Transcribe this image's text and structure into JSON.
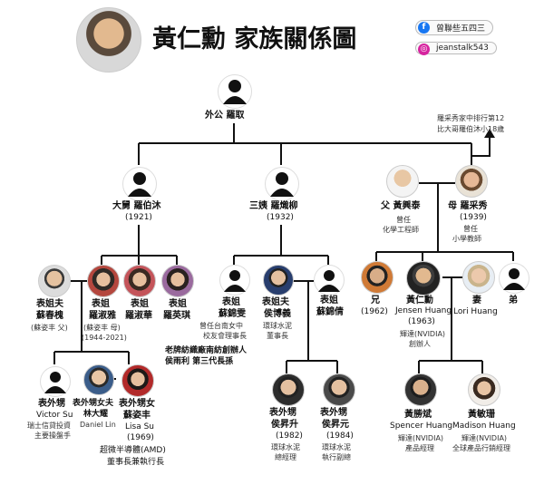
{
  "title": "黃仁勳 家族關係圖",
  "social": {
    "facebook": {
      "label": "曾聯些五四三",
      "color": "#1877f2"
    },
    "instagram": {
      "label": "jeanstalk543",
      "color": "#d6249f"
    }
  },
  "grandfather": {
    "name": "外公 羅取"
  },
  "note_top": {
    "line1": "羅采秀家中排行第12",
    "line2": "比大哥羅伯沐小18歲"
  },
  "uncle": {
    "name": "大舅 羅伯沐",
    "year": "(1921)"
  },
  "aunt3": {
    "name": "三姨 羅熾柳",
    "year": "(1932)"
  },
  "father": {
    "name": "父 黃興泰",
    "l1": "曾任",
    "l2": "化學工程師"
  },
  "mother": {
    "name": "母 羅采秀",
    "year": "(1939)",
    "l1": "曾任",
    "l2": "小學教師"
  },
  "cousin_husband": {
    "l1": "表姐夫",
    "l2": "蘇春槐",
    "l3": "(蘇姿丰 父)"
  },
  "cousin_shuya": {
    "l1": "表姐",
    "l2": "羅淑雅",
    "l3": "(蘇姿丰 母)",
    "l4": "(1944-2021)"
  },
  "cousin_shuhua": {
    "l1": "表姐",
    "l2": "羅淑華"
  },
  "cousin_yingqi": {
    "l1": "表姐",
    "l2": "羅英琪"
  },
  "cousin_jinwen": {
    "l1": "表姐",
    "l2": "蘇錦雯",
    "l3": "曾任台南女中",
    "l4": "校友會理事長"
  },
  "cousin_husband2": {
    "l1": "表姐夫",
    "l2": "侯博義",
    "l3": "環球水泥",
    "l4": "董事長"
  },
  "cousin_jinqian": {
    "l1": "表姐",
    "l2": "蘇錦倩"
  },
  "note_mid": {
    "line1": "老牌紡織廠南紡創辦人",
    "line2": "侯雨利 第三代長孫"
  },
  "brother": {
    "l1": "兄",
    "l2": "(1962)"
  },
  "jensen": {
    "l1": "黃仁勳",
    "l2": "Jensen Huang",
    "l3": "(1963)",
    "l4": "輝達(NVIDIA)",
    "l5": "創辦人"
  },
  "wife": {
    "l1": "妻",
    "l2": "Lori Huang"
  },
  "younger_brother": {
    "l1": "弟"
  },
  "victor": {
    "l1": "表外甥",
    "l2": "Victor Su",
    "l3": "瑞士信貸投資",
    "l4": "主要操盤手"
  },
  "daniel": {
    "l1": "表外甥女夫",
    "l2": "林大耀",
    "l3": "Daniel Lin"
  },
  "lisa": {
    "l1": "表外甥女",
    "l2": "蘇姿丰",
    "l3": "Lisa Su",
    "l4": "(1969)",
    "l5": "超微半導體(AMD)",
    "l6": "董事長兼執行長"
  },
  "hou_sheng": {
    "l1": "表外甥",
    "l2": "侯昇升",
    "l3": "(1982)",
    "l4": "環球水泥",
    "l5": "總經理"
  },
  "hou_yuan": {
    "l1": "表外甥",
    "l2": "侯昇元",
    "l3": "(1984)",
    "l4": "環球水泥",
    "l5": "執行副總"
  },
  "spencer": {
    "l1": "黃勝斌",
    "l2": "Spencer Huang",
    "l3": "輝達(NVIDIA)",
    "l4": "產品經理"
  },
  "madison": {
    "l1": "黃敏珊",
    "l2": "Madison Huang",
    "l3": "輝達(NVIDIA)",
    "l4": "全球產品行銷經理"
  }
}
